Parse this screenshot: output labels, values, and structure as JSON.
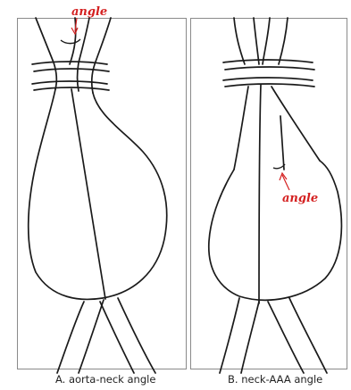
{
  "panels": [
    {
      "caption": "A. aorta-neck angle",
      "annotation": "angle"
    },
    {
      "caption": "B. neck-AAA angle",
      "annotation": "angle"
    }
  ],
  "colors": {
    "outline": "#1a1a1a",
    "frame": "#8a8a8a",
    "annotation": "#d42020"
  }
}
